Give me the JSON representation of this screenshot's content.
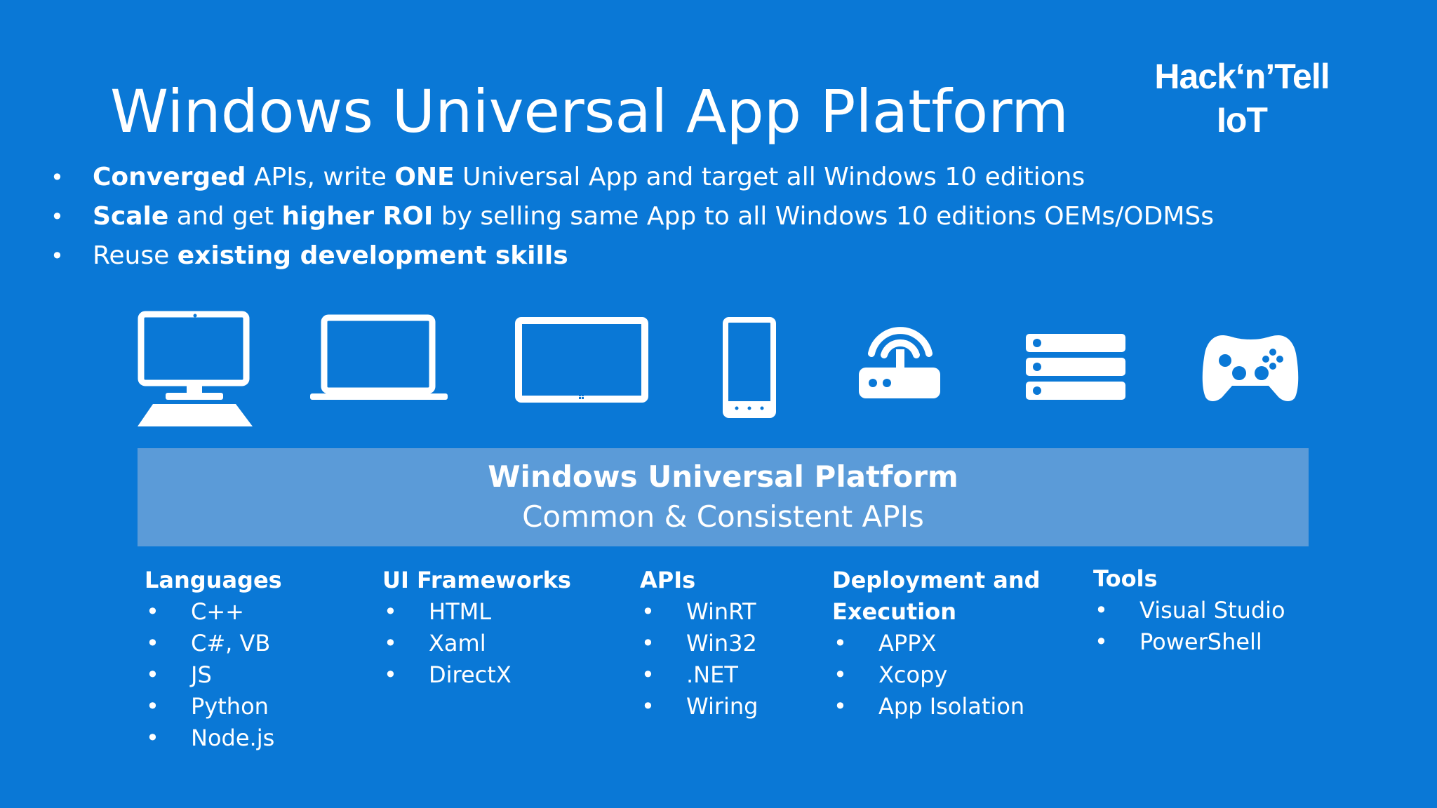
{
  "title": "Windows Universal App Platform",
  "logo": {
    "line1": "Hack‘n’Tell",
    "line2": "IoT"
  },
  "bullets": [
    {
      "parts": [
        {
          "t": "Converged",
          "b": true
        },
        {
          "t": " APIs, write ",
          "b": false
        },
        {
          "t": "ONE",
          "b": true
        },
        {
          "t": " Universal App and target all Windows 10 editions",
          "b": false
        }
      ]
    },
    {
      "parts": [
        {
          "t": "Scale",
          "b": true
        },
        {
          "t": " and get ",
          "b": false
        },
        {
          "t": "higher ROI",
          "b": true
        },
        {
          "t": " by selling same App to all Windows 10 editions OEMs/ODMSs",
          "b": false
        }
      ]
    },
    {
      "parts": [
        {
          "t": "Reuse ",
          "b": false
        },
        {
          "t": "existing development skills",
          "b": true
        }
      ]
    }
  ],
  "devices": [
    "desktop-icon",
    "laptop-icon",
    "tablet-icon",
    "phone-icon",
    "router-icon",
    "server-icon",
    "gamepad-icon"
  ],
  "platform": {
    "title": "Windows Universal Platform",
    "subtitle": "Common & Consistent APIs"
  },
  "columns": [
    {
      "heading": "Languages",
      "items": [
        "C++",
        "C#, VB",
        "JS",
        "Python",
        "Node.js"
      ]
    },
    {
      "heading": "UI Frameworks",
      "items": [
        "HTML",
        "Xaml",
        "DirectX"
      ]
    },
    {
      "heading": "APIs",
      "items": [
        "WinRT",
        "Win32",
        ".NET",
        "Wiring"
      ]
    },
    {
      "heading": "Deployment and Execution",
      "heading_lines": [
        "Deployment and",
        "Execution"
      ],
      "items": [
        "APPX",
        "Xcopy",
        "App Isolation"
      ]
    },
    {
      "heading": "Tools",
      "items": [
        "Visual Studio",
        "PowerShell"
      ]
    }
  ],
  "bullet_glyph": "•",
  "colors": {
    "background": "#0a78d6",
    "platform_bar": "#5b9bd8",
    "text": "#ffffff"
  }
}
